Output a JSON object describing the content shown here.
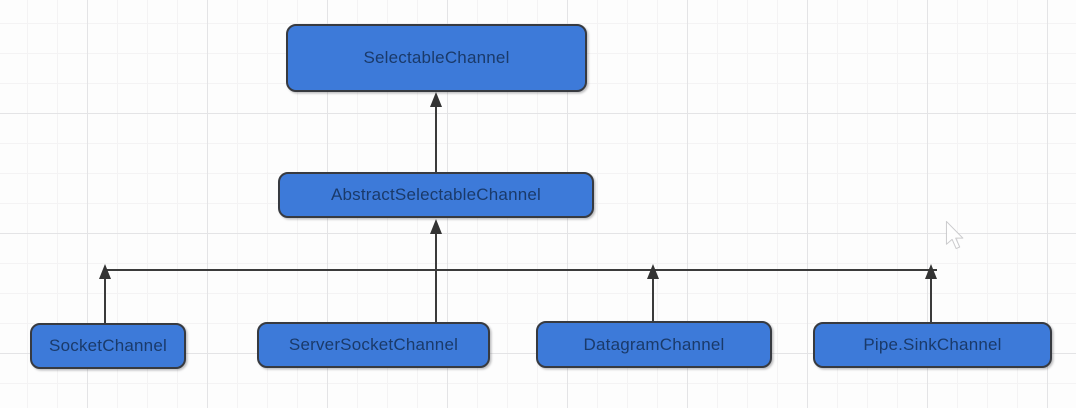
{
  "diagram": {
    "type": "class-hierarchy",
    "nodes": [
      {
        "id": "selectable-channel",
        "label": "SelectableChannel",
        "level": 0
      },
      {
        "id": "abstract-selectable-channel",
        "label": "AbstractSelectableChannel",
        "level": 1
      },
      {
        "id": "socket-channel",
        "label": "SocketChannel",
        "level": 2
      },
      {
        "id": "server-socket-channel",
        "label": "ServerSocketChannel",
        "level": 2
      },
      {
        "id": "datagram-channel",
        "label": "DatagramChannel",
        "level": 2
      },
      {
        "id": "pipe-sink-channel",
        "label": "Pipe.SinkChannel",
        "level": 2
      }
    ],
    "edges": [
      {
        "from": "abstract-selectable-channel",
        "to": "selectable-channel",
        "arrow": "up"
      },
      {
        "from": "socket-channel",
        "to": "abstract-selectable-channel",
        "arrow": "up"
      },
      {
        "from": "server-socket-channel",
        "to": "abstract-selectable-channel",
        "arrow": "up"
      },
      {
        "from": "datagram-channel",
        "to": "abstract-selectable-channel",
        "arrow": "up"
      },
      {
        "from": "pipe-sink-channel",
        "to": "abstract-selectable-channel",
        "arrow": "up"
      }
    ],
    "colors": {
      "node_fill": "#3d7ad9",
      "node_border": "#373a40",
      "node_text": "#1a3a6a",
      "edge_line": "#3b3b3b",
      "background": "#fdfdfd",
      "grid_minor": "#f4f3f4",
      "grid_major": "#e4e4e6"
    }
  },
  "cursor": {
    "visible": true,
    "shape": "arrow"
  }
}
